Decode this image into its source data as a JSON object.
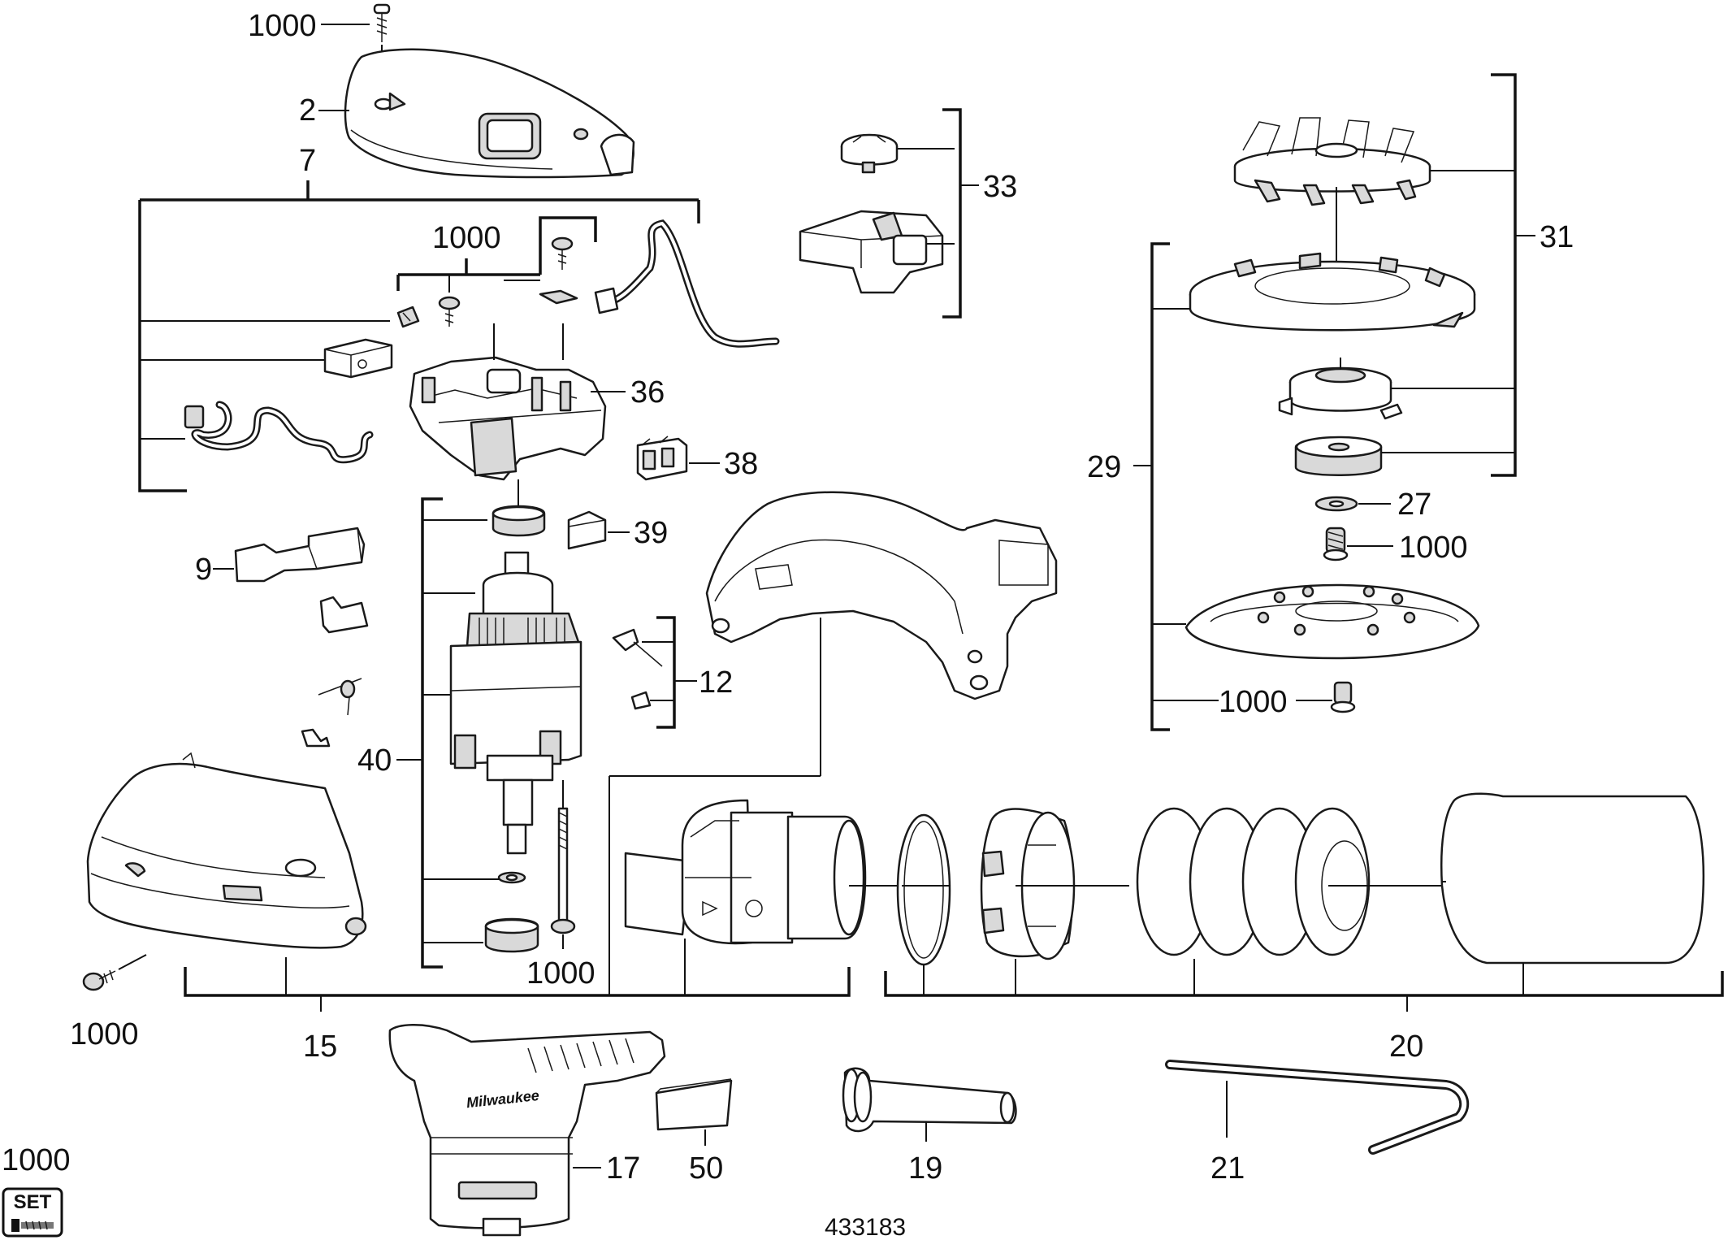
{
  "diagram": {
    "title": "Exploded parts diagram",
    "drawing_number": "433183",
    "labels": {
      "p1000_top": "1000",
      "p2": "2",
      "p7": "7",
      "p1000_brush": "1000",
      "p36": "36",
      "p38": "38",
      "p39": "39",
      "p9": "9",
      "p12": "12",
      "p40": "40",
      "p1000_rod": "1000",
      "p1000_left": "1000",
      "p15": "15",
      "p17": "17",
      "p50": "50",
      "p19": "19",
      "p21": "21",
      "p20": "20",
      "p33": "33",
      "p31": "31",
      "p29": "29",
      "p27": "27",
      "p1000_pad": "1000",
      "p1000_bottom": "1000",
      "p1000_legend": "1000"
    },
    "legend": {
      "set_label": "SET"
    },
    "brand": "Milwaukee"
  }
}
